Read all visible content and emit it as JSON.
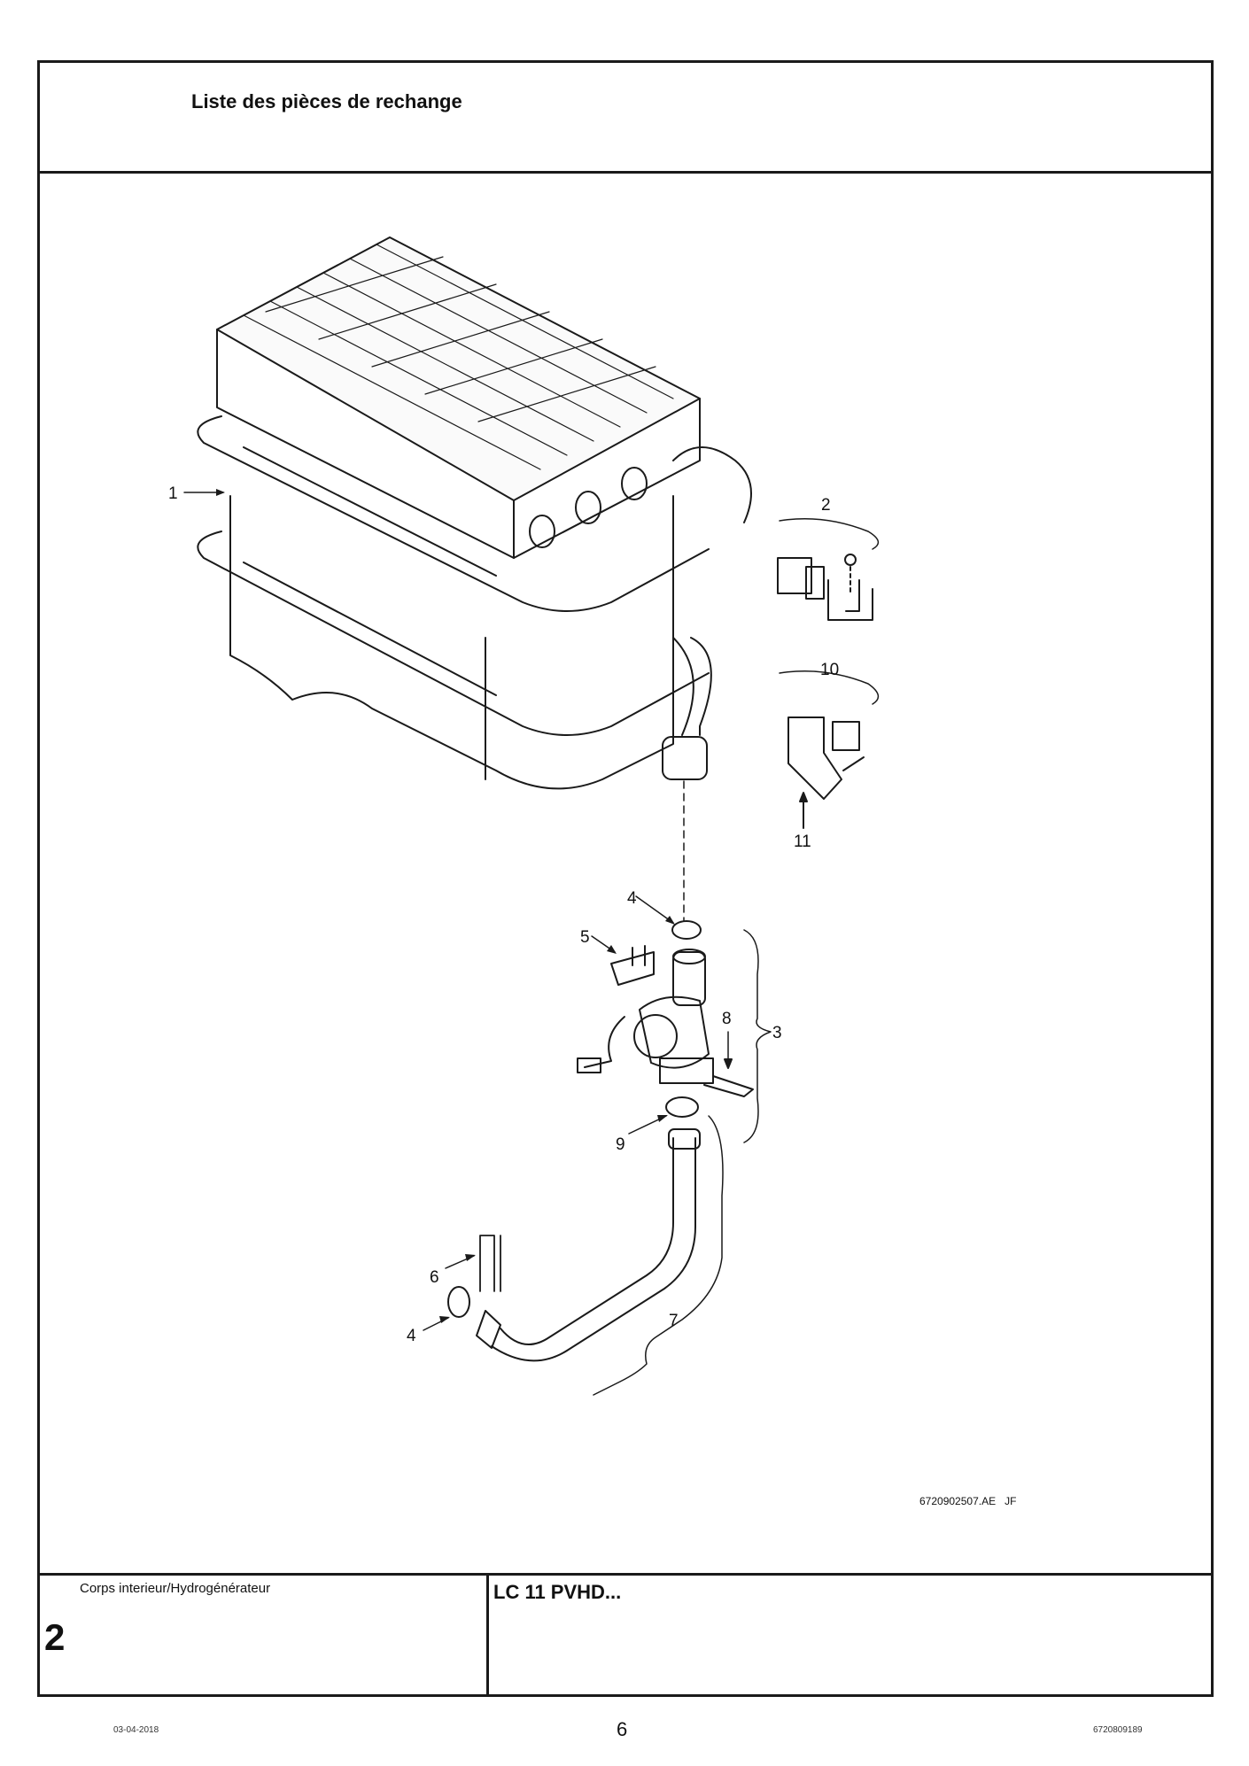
{
  "header": {
    "title": "Liste des pièces de rechange"
  },
  "drawing": {
    "reference": "6720902507.AE   JF",
    "callouts": [
      "1",
      "2",
      "3",
      "4",
      "5",
      "8",
      "9",
      "10",
      "11",
      "6",
      "4",
      "7"
    ]
  },
  "footer_box": {
    "section_label": "Corps interieur/Hydrogénérateur",
    "section_number": "2",
    "model": "LC 11 PVHD..."
  },
  "page_footer": {
    "date": "03-04-2018",
    "page_number": "6",
    "doc_number": "6720809189"
  }
}
